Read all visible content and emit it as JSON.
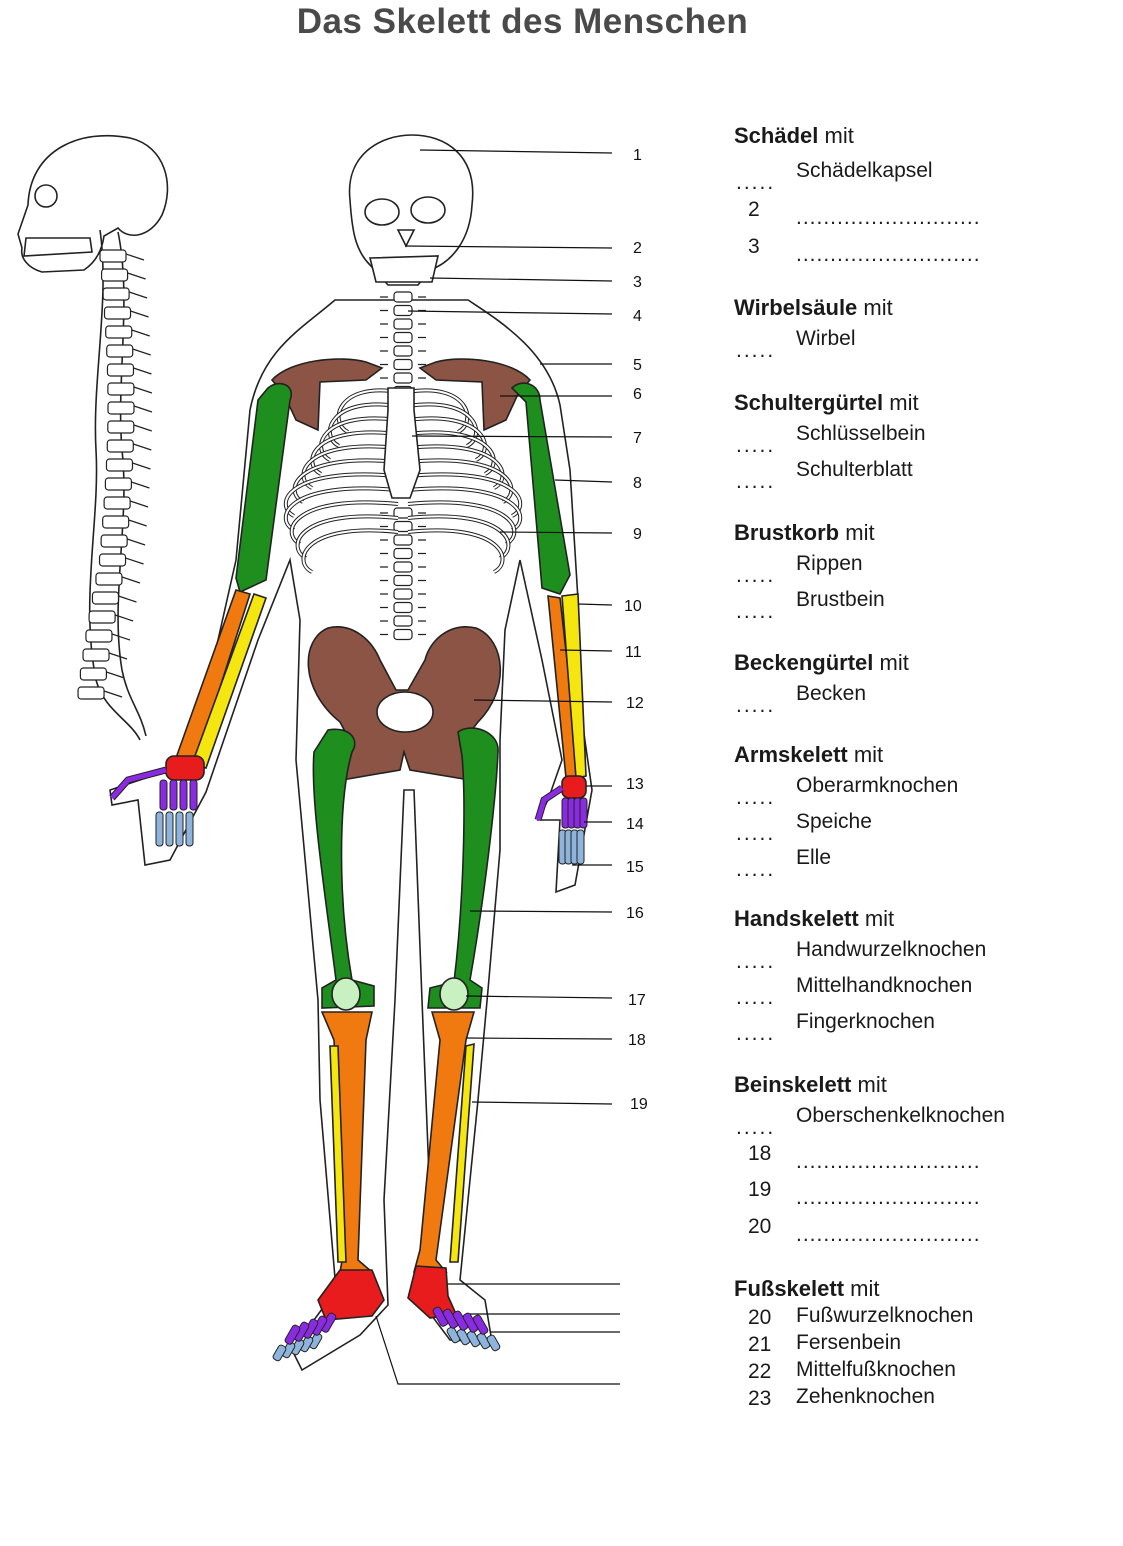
{
  "title": "Das Skelett des Menschen",
  "colors": {
    "upper_arm_femur": "#1e8f1e",
    "radius_tibia": "#f07a10",
    "ulna_fibula": "#f5e60f",
    "girdles_pelvis": "#8b5444",
    "carpals_tarsals": "#e81c1c",
    "metacarpals": "#8a2be2",
    "phalanges": "#8fb4dc",
    "patella": "#c9f0c0"
  },
  "figure_labels": [
    "1",
    "2",
    "3",
    "4",
    "5",
    "6",
    "7",
    "8",
    "9",
    "10",
    "11",
    "12",
    "13",
    "14",
    "15",
    "16",
    "17",
    "18",
    "19"
  ],
  "legend": [
    {
      "title": "Schädel",
      "suffix": " mit",
      "rows": [
        {
          "marker": ".....",
          "term": "Schädelkapsel"
        },
        {
          "marker": "2",
          "blank": "..........................."
        },
        {
          "marker": "3",
          "blank": "..........................."
        }
      ]
    },
    {
      "title": "Wirbelsäule",
      "suffix": " mit",
      "rows": [
        {
          "marker": ".....",
          "term": "Wirbel"
        }
      ]
    },
    {
      "title": "Schultergürtel",
      "suffix": " mit",
      "rows": [
        {
          "marker": ".....",
          "term": "Schlüsselbein"
        },
        {
          "marker": ".....",
          "term": "Schulterblatt"
        }
      ]
    },
    {
      "title": "Brustkorb",
      "suffix": " mit",
      "rows": [
        {
          "marker": ".....",
          "term": "Rippen"
        },
        {
          "marker": ".....",
          "term": "Brustbein"
        }
      ]
    },
    {
      "title": "Beckengürtel",
      "suffix": " mit",
      "rows": [
        {
          "marker": ".....",
          "term": "Becken"
        }
      ]
    },
    {
      "title": "Armskelett",
      "suffix": " mit",
      "rows": [
        {
          "marker": ".....",
          "term": "Oberarmknochen"
        },
        {
          "marker": ".....",
          "term": "Speiche"
        },
        {
          "marker": ".....",
          "term": "Elle"
        }
      ]
    },
    {
      "title": "Handskelett",
      "suffix": " mit",
      "rows": [
        {
          "marker": ".....",
          "term": "Handwurzelknochen"
        },
        {
          "marker": ".....",
          "term": "Mittelhandknochen"
        },
        {
          "marker": ".....",
          "term": "Fingerknochen"
        }
      ]
    },
    {
      "title": "Beinskelett",
      "suffix": " mit",
      "rows": [
        {
          "marker": ".....",
          "term": "Oberschenkelknochen"
        },
        {
          "marker": "18",
          "blank": "..........................."
        },
        {
          "marker": "19",
          "blank": "..........................."
        },
        {
          "marker": "20",
          "blank": "..........................."
        }
      ]
    },
    {
      "title": "Fußskelett",
      "suffix": " mit",
      "rows": [
        {
          "marker": "20",
          "term": "Fußwurzelknochen"
        },
        {
          "marker": "21",
          "term": "Fersenbein"
        },
        {
          "marker": "22",
          "term": "Mittelfußknochen"
        },
        {
          "marker": "23",
          "term": "Zehenknochen"
        }
      ]
    }
  ]
}
